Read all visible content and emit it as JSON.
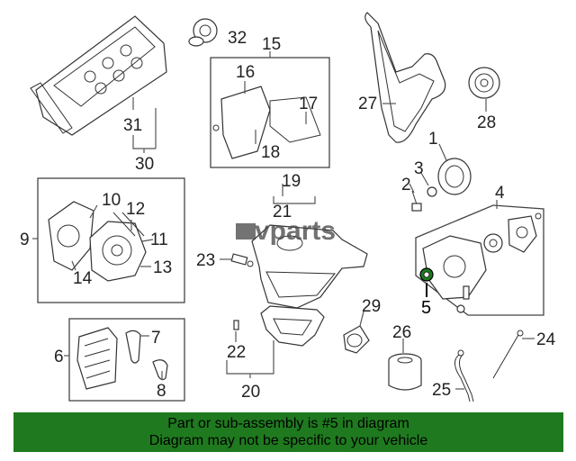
{
  "callouts": {
    "c1": "1",
    "c2": "2",
    "c3": "3",
    "c4": "4",
    "c5": "5",
    "c6": "6",
    "c7": "7",
    "c8": "8",
    "c9": "9",
    "c10": "10",
    "c11": "11",
    "c12": "12",
    "c13": "13",
    "c14": "14",
    "c15": "15",
    "c16": "16",
    "c17": "17",
    "c18": "18",
    "c19": "19",
    "c20": "20",
    "c21": "21",
    "c22": "22",
    "c23": "23",
    "c24": "24",
    "c25": "25",
    "c26": "26",
    "c27": "27",
    "c28": "28",
    "c29": "29",
    "c30": "30",
    "c31": "31",
    "c32": "32"
  },
  "selected_part": "5",
  "highlight_color": "#1f7a1f",
  "banner": {
    "line1": "Part or sub-assembly is #5 in diagram",
    "line2": "Diagram may not be specific to your vehicle"
  },
  "watermark": {
    "brand": "vparts"
  }
}
